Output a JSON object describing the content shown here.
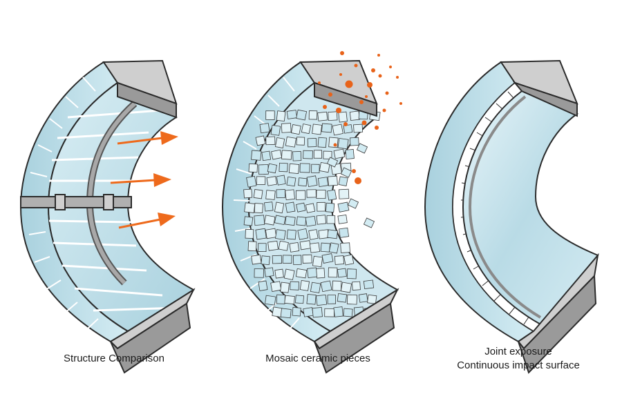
{
  "captions": {
    "left": "Structure Comparison",
    "middle": "Mosaic ceramic pieces",
    "right_line1": "Joint exposure",
    "right_line2": "Continuous impact surface"
  },
  "colors": {
    "ceramic": "#bfe0ea",
    "ceramic_light": "#dff1f6",
    "grout": "#ffffff",
    "outline": "#2b2b2b",
    "steel_top": "#d6d6d6",
    "steel_side": "#9a9a9a",
    "arrow": "#ee6a1c",
    "particle": "#e8631a"
  }
}
